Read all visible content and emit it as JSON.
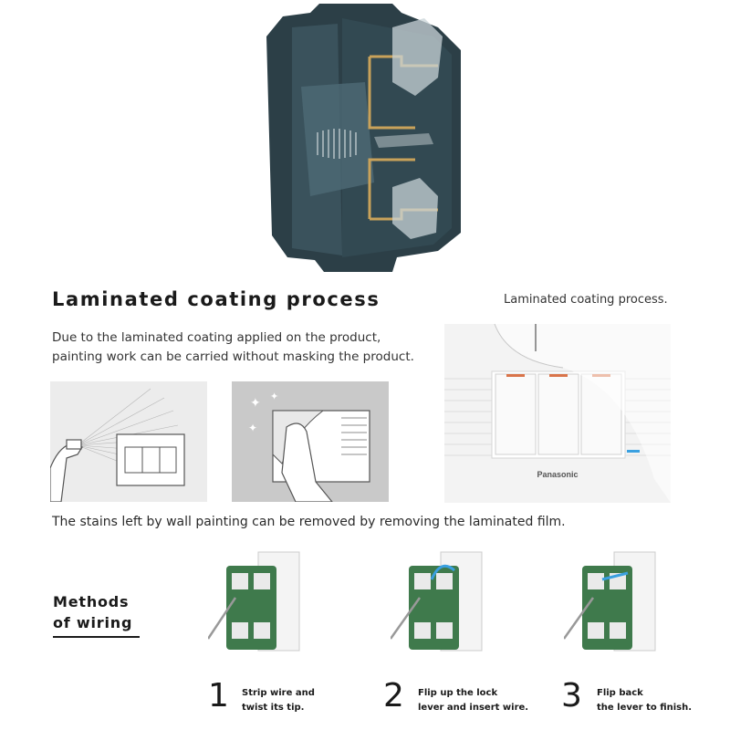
{
  "section": {
    "title": "Laminated coating process",
    "intro_line1": "Due to the laminated coating applied on the product,",
    "intro_line2": "painting work can be carried without masking the product."
  },
  "callout": {
    "label": "Laminated coating process."
  },
  "product": {
    "brand": "Panasonic"
  },
  "stains_text": "The stains left by wall painting can be removed by removing the laminated film.",
  "wiring": {
    "heading_line1": "Methods",
    "heading_line2": "of wiring",
    "steps": [
      {
        "number": "1",
        "line1": "Strip wire and",
        "line2": "twist its tip."
      },
      {
        "number": "2",
        "line1": "Flip up the lock",
        "line2": "lever and insert wire."
      },
      {
        "number": "3",
        "line1": "Flip back",
        "line2": "the lever to finish."
      }
    ]
  },
  "colors": {
    "housing_dark": "#2c3f47",
    "device_green": "#3f7a4c",
    "accent_orange": "#d9744a",
    "indicator_blue": "#3aa0e0"
  }
}
